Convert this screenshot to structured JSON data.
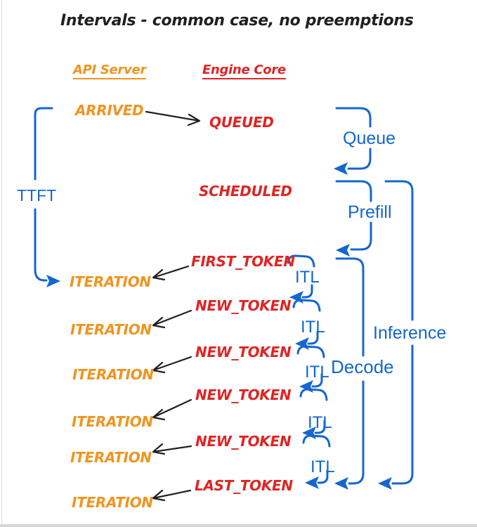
{
  "title": "Intervals - common case, no preemptions",
  "columns": {
    "api_server": "API Server",
    "engine_core": "Engine Core"
  },
  "api": {
    "events": [
      "ARRIVED",
      "ITERATION",
      "ITERATION",
      "ITERATION",
      "ITERATION",
      "ITERATION",
      "ITERATION"
    ]
  },
  "engine": {
    "events": [
      "QUEUED",
      "SCHEDULED",
      "FIRST_TOKEN",
      "NEW_TOKEN",
      "NEW_TOKEN",
      "NEW_TOKEN",
      "NEW_TOKEN",
      "LAST_TOKEN"
    ]
  },
  "intervals": {
    "ttft": "TTFT",
    "queue": "Queue",
    "prefill": "Prefill",
    "itl_labels": [
      "ITL",
      "ITL",
      "ITL",
      "ITL",
      "ITL"
    ],
    "decode": "Decode",
    "inference": "Inference"
  },
  "colors": {
    "api_orange": "#f0941e",
    "engine_red": "#e02424",
    "interval_blue": "#1466d0",
    "arrow_black": "#202020"
  }
}
